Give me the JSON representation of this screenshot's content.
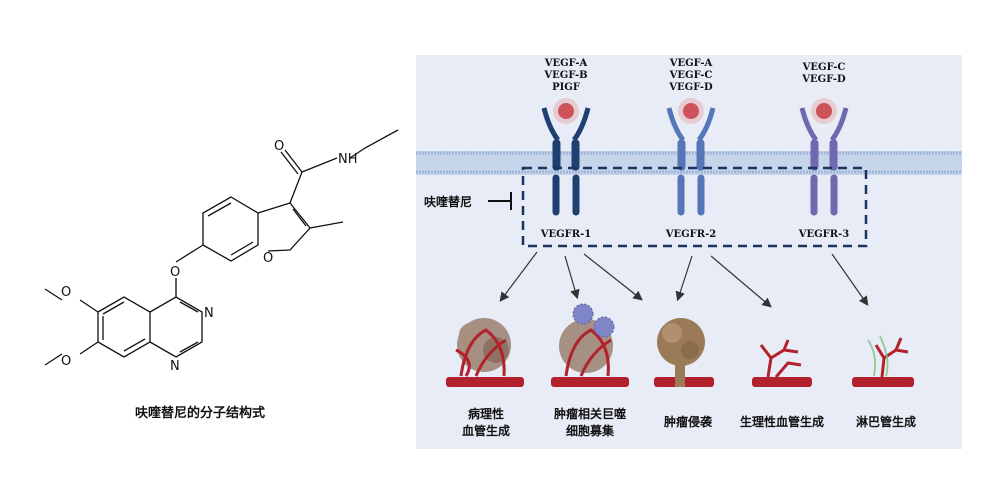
{
  "molecule": {
    "caption": "呋喹替尼的分子结构式",
    "atoms": {
      "o_methoxy1": "O",
      "o_methoxy2": "O",
      "o_ether": "O",
      "n1": "N",
      "n3": "N",
      "o_furan": "O",
      "o_carbonyl": "O",
      "nh": "NH"
    }
  },
  "pathway": {
    "inhibitor_label": "呋喹替尼",
    "receptors": [
      {
        "ligands": "VEGF-A\nVEGF-B\nPIGF",
        "name": "VEGFR-1",
        "color": "#1f3f70"
      },
      {
        "ligands": "VEGF-A\nVEGF-C\nVEGF-D",
        "name": "VEGFR-2",
        "color": "#5676b8"
      },
      {
        "ligands": "VEGF-C\nVEGF-D",
        "name": "VEGFR-3",
        "color": "#6f69b0"
      }
    ],
    "outcomes": [
      {
        "label": "病理性\n血管生成"
      },
      {
        "label": "肿瘤相关巨噬\n细胞募集"
      },
      {
        "label": "肿瘤侵袭"
      },
      {
        "label": "生理性血管生成"
      },
      {
        "label": "淋巴管生成"
      }
    ],
    "colors": {
      "membrane": "#9fb6d9",
      "ligand": "#b5121b",
      "vessel": "#b2222c",
      "panel": "#e8ecf6"
    }
  }
}
